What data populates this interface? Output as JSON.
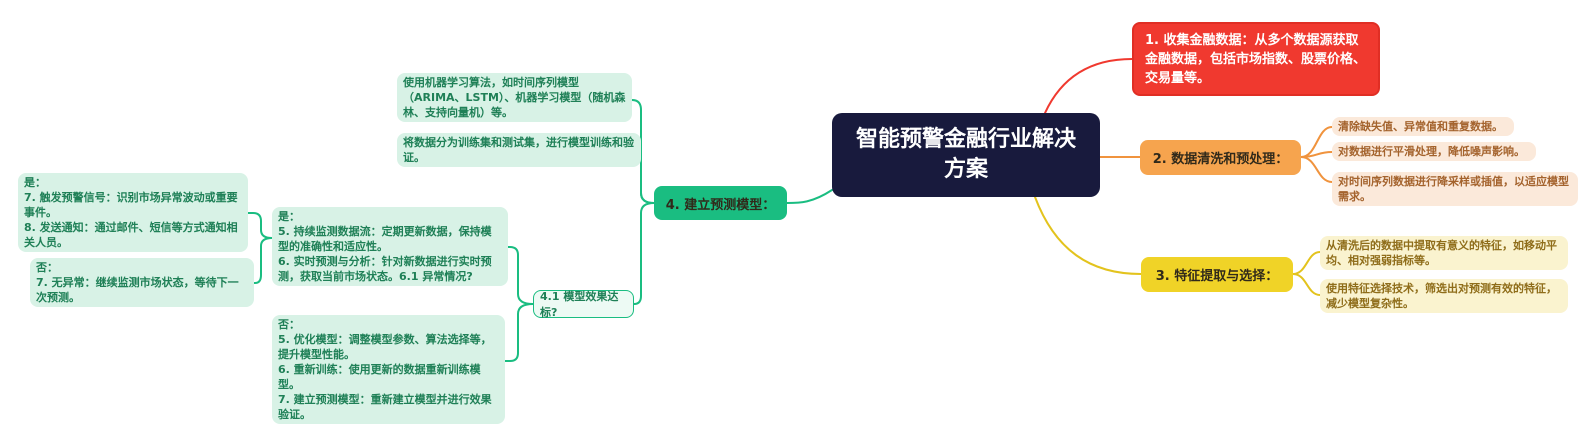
{
  "colors": {
    "navy": "#181a3d",
    "ink": "#30291a",
    "red": "#f0392f",
    "red-border": "#e02e24",
    "orange": "#f6a44e",
    "orange-line": "#f0933d",
    "orange-light": "#fbe9da",
    "orange-text": "#a4632d",
    "yellow": "#f0d327",
    "yellow-line": "#e3c31d",
    "yellow-light": "#faf3cf",
    "yellow-text": "#8f6d1a",
    "green": "#1abd81",
    "green-light": "#d8f2e6",
    "green-text": "#1f8057",
    "green-pale": "#edfaf4"
  },
  "mindmap": {
    "center": "智能预警金融行业解决方案",
    "b1": "1. 收集金融数据：从多个数据源获取金融数据，包括市场指数、股票价格、交易量等。",
    "b2": {
      "label": "2. 数据清洗和预处理：",
      "c1": "清除缺失值、异常值和重复数据。",
      "c2": "对数据进行平滑处理，降低噪声影响。",
      "c3": "对时间序列数据进行降采样或插值，以适应模型需求。"
    },
    "b3": {
      "label": "3. 特征提取与选择：",
      "c1": "从清洗后的数据中提取有意义的特征，如移动平均、相对强弱指标等。",
      "c2": "使用特征选择技术，筛选出对预测有效的特征，减少模型复杂性。"
    },
    "b4": {
      "label": "4. 建立预测模型：",
      "c1": "使用机器学习算法，如时间序列模型（ARIMA、LSTM）、机器学习模型（随机森林、支持向量机）等。",
      "c2": "将数据分为训练集和测试集，进行模型训练和验证。",
      "decision": "4.1 模型效果达标?",
      "yes": "是：\n5. 持续监测数据流：定期更新数据，保持模型的准确性和适应性。\n6. 实时预测与分析：针对新数据进行实时预测，获取当前市场状态。6.1 异常情况?",
      "no": "否：\n5. 优化模型：调整模型参数、算法选择等，提升模型性能。\n6. 重新训练：使用更新的数据重新训练模型。\n7. 建立预测模型：重新建立模型并进行效果验证。",
      "yes2": "是：\n7. 触发预警信号：识别市场异常波动或重要事件。\n8. 发送通知：通过邮件、短信等方式通知相关人员。",
      "no2": "否：\n7. 无异常：继续监测市场状态，等待下一次预测。"
    }
  }
}
